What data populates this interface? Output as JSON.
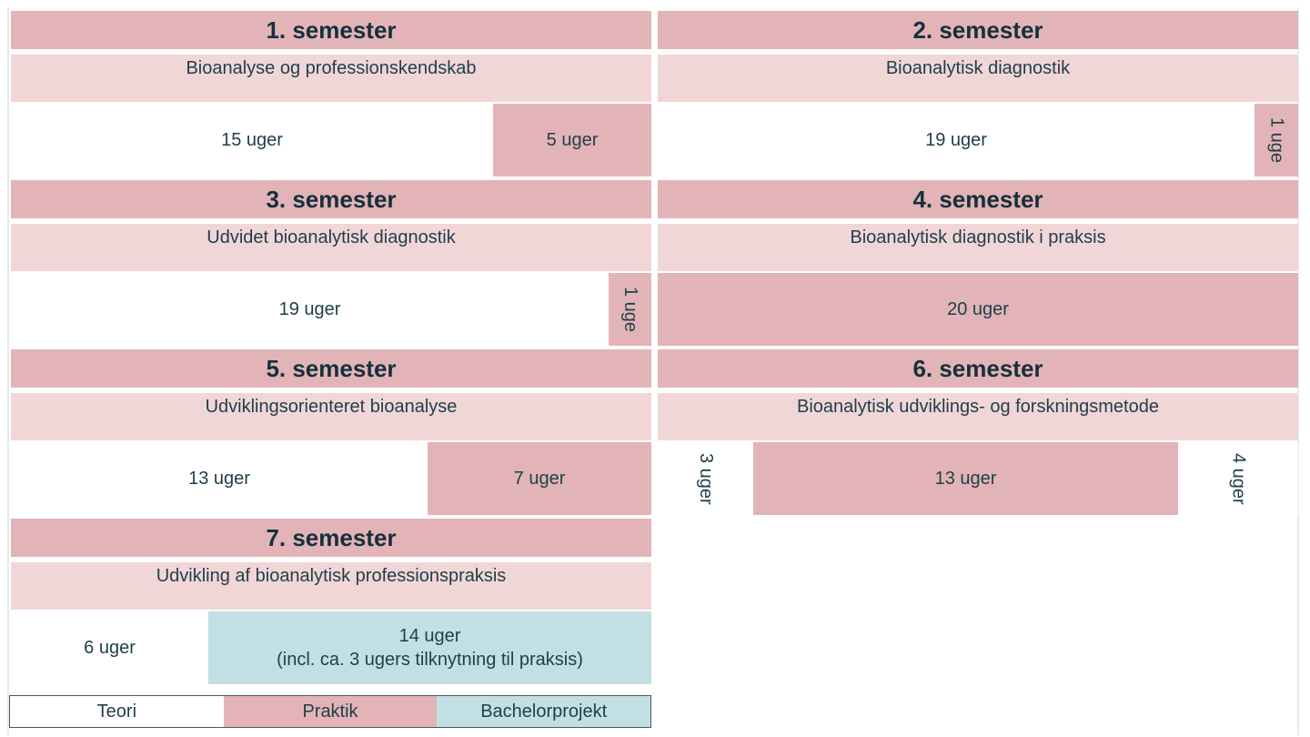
{
  "semesters": [
    {
      "title": "1. semester",
      "subtitle": "Bioanalyse og professionskendskab",
      "segments": [
        {
          "label": "15 uger",
          "kind": "teori"
        },
        {
          "label": "5 uger",
          "kind": "praktik"
        }
      ]
    },
    {
      "title": "2. semester",
      "subtitle": "Bioanalytisk diagnostik",
      "segments": [
        {
          "label": "19 uger",
          "kind": "teori"
        },
        {
          "label": "1 uge",
          "kind": "praktik"
        }
      ]
    },
    {
      "title": "3. semester",
      "subtitle": "Udvidet bioanalytisk diagnostik",
      "segments": [
        {
          "label": "19 uger",
          "kind": "teori"
        },
        {
          "label": "1 uge",
          "kind": "praktik"
        }
      ]
    },
    {
      "title": "4. semester",
      "subtitle": "Bioanalytisk diagnostik i praksis",
      "segments": [
        {
          "label": "20 uger",
          "kind": "praktik"
        }
      ]
    },
    {
      "title": "5. semester",
      "subtitle": "Udviklingsorienteret bioanalyse",
      "segments": [
        {
          "label": "13 uger",
          "kind": "teori"
        },
        {
          "label": "7 uger",
          "kind": "praktik"
        }
      ]
    },
    {
      "title": "6. semester",
      "subtitle": "Bioanalytisk udviklings- og forskningsmetode",
      "segments": [
        {
          "label": "3 uger",
          "kind": "teori"
        },
        {
          "label": "13 uger",
          "kind": "praktik"
        },
        {
          "label": "4 uger",
          "kind": "teori"
        }
      ]
    },
    {
      "title": "7. semester",
      "subtitle": "Udvikling af bioanalytisk professionspraksis",
      "segments": [
        {
          "label": "6 uger",
          "kind": "teori"
        },
        {
          "label": "14 uger",
          "label2": "(incl. ca. 3 ugers tilknytning til praksis)",
          "kind": "bachelorprojekt"
        }
      ]
    }
  ],
  "legend": {
    "teori": "Teori",
    "praktik": "Praktik",
    "bachelorprojekt": "Bachelorprojekt"
  },
  "colors": {
    "header": "#e2b4b7",
    "subtitle": "#f1d6d8",
    "praktik": "#e2b4b7",
    "bachelorprojekt": "#c2e0e3",
    "teori": "#ffffff",
    "text": "#1f3e4a"
  }
}
